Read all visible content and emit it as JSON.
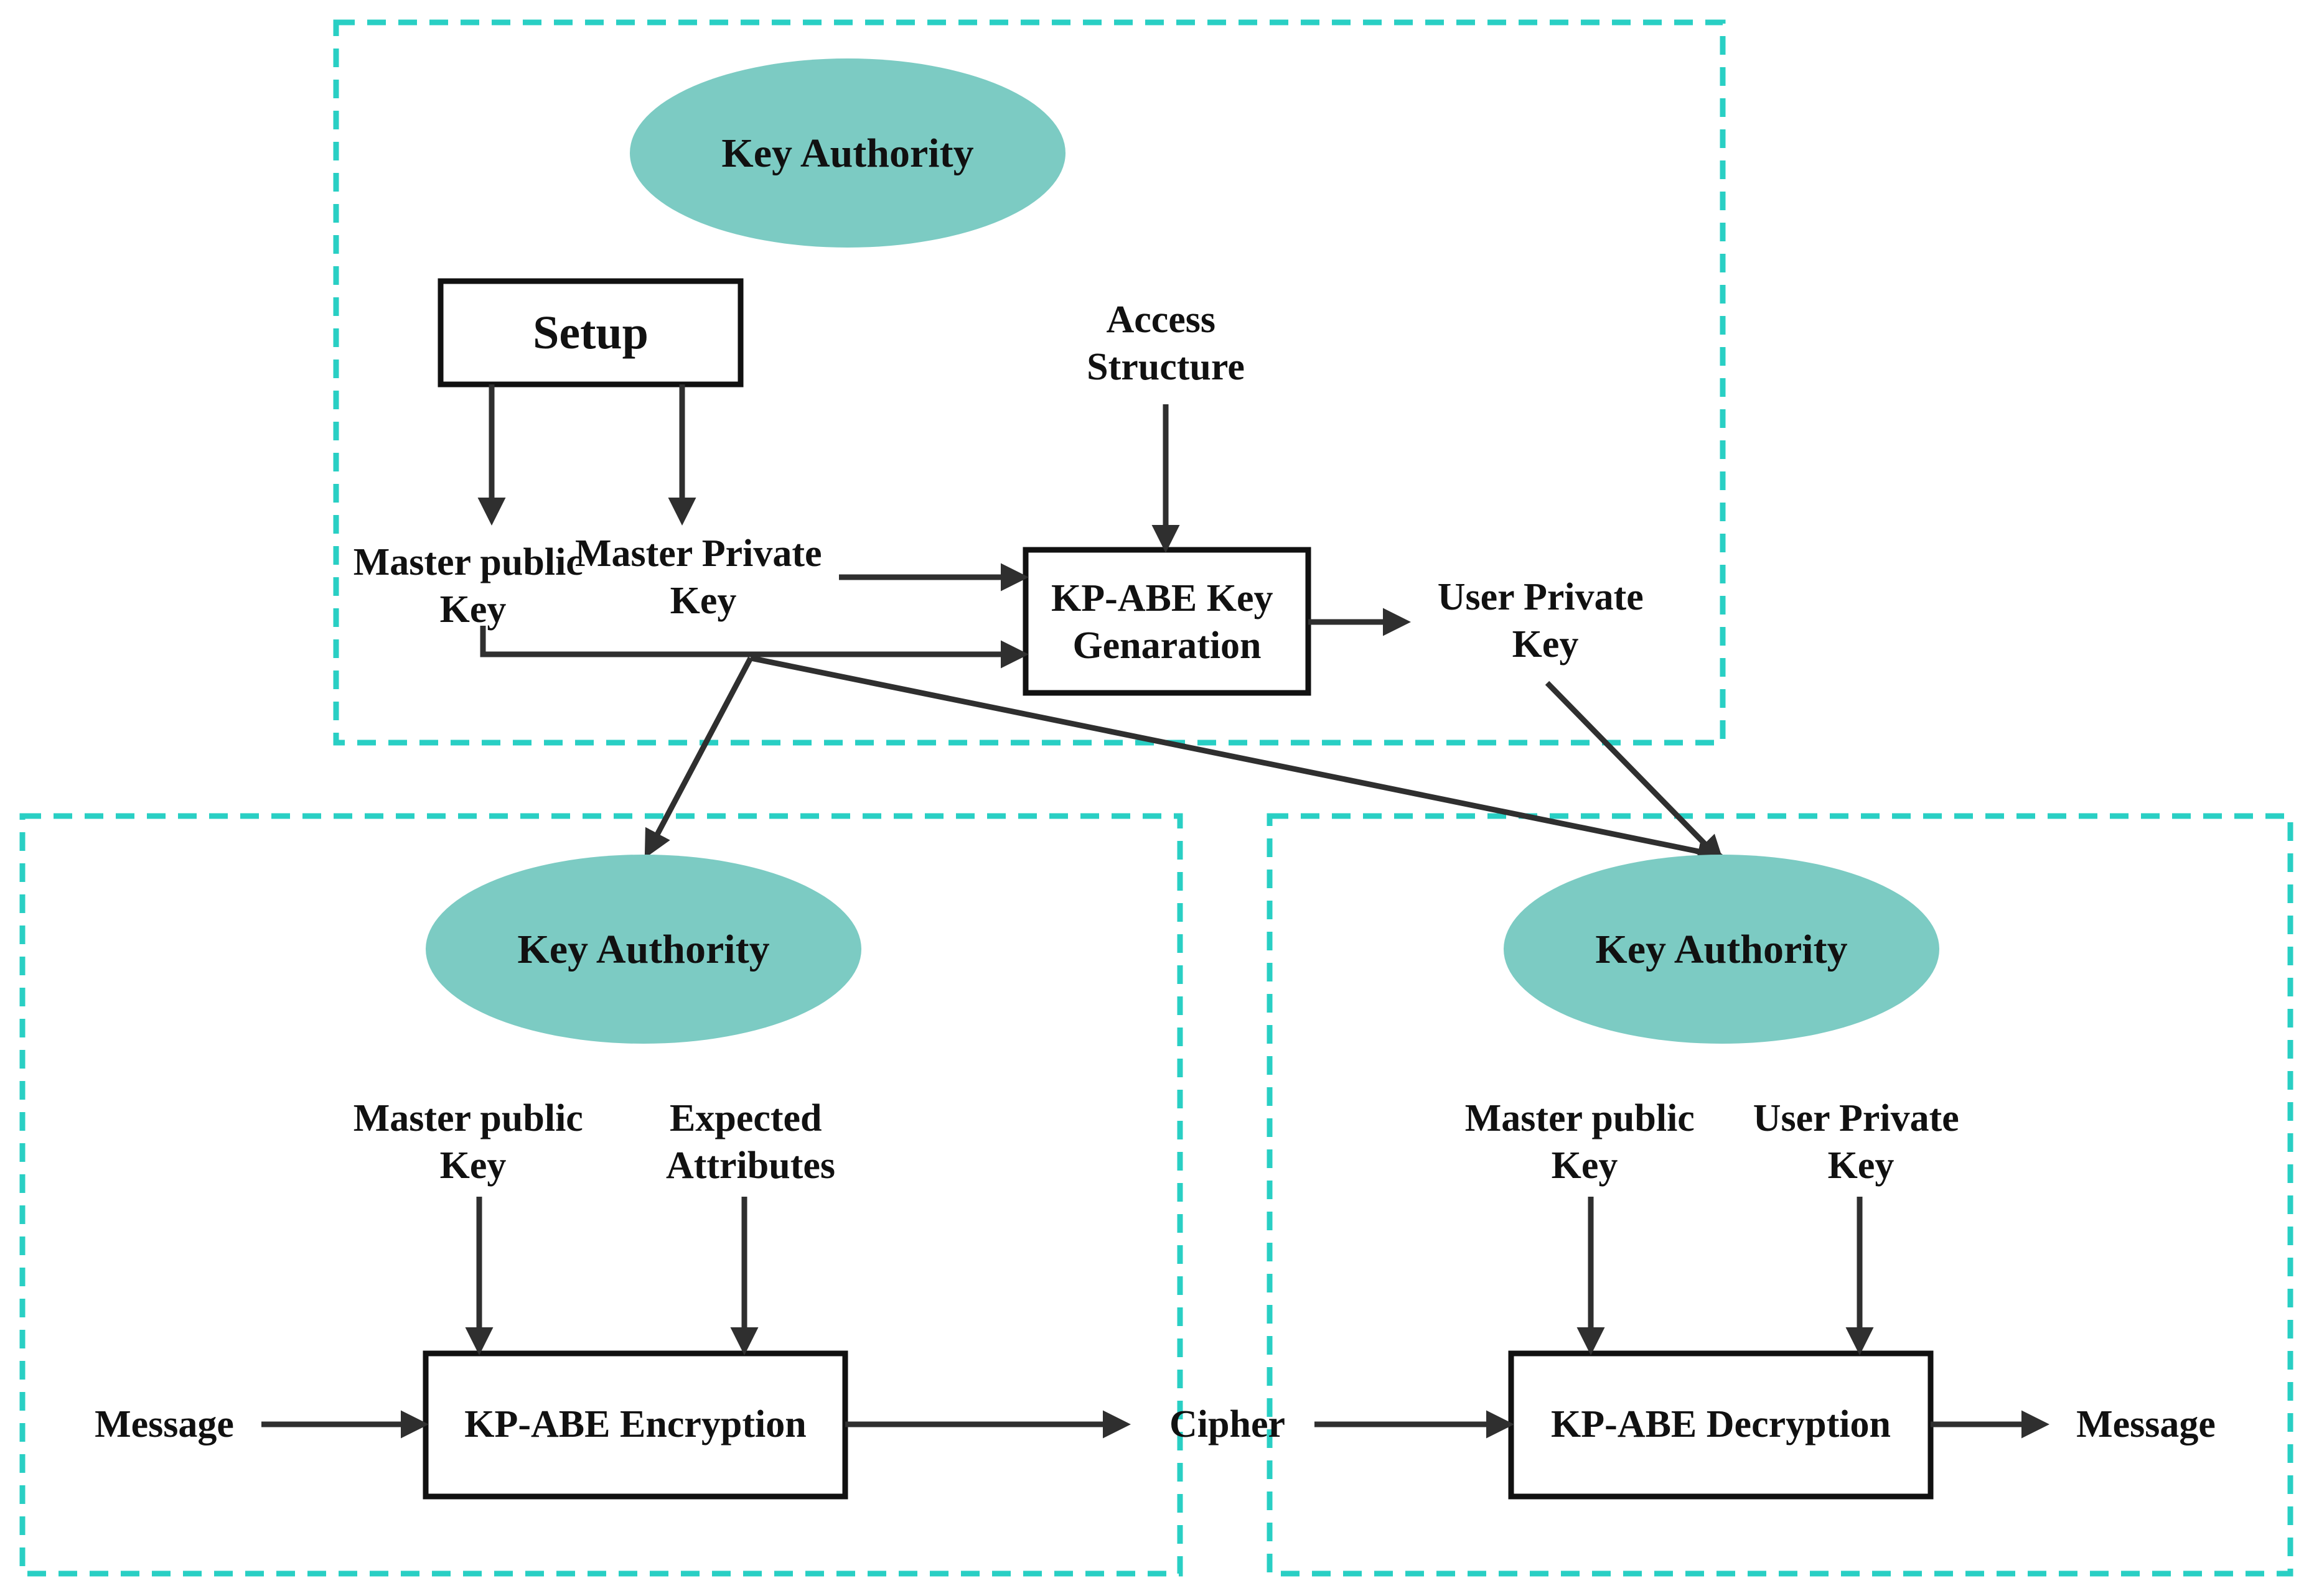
{
  "colors": {
    "region_border": "#29cfc4",
    "ellipse_fill": "#7ccbc3",
    "box_border": "#111111",
    "arrow": "#2f2f2f",
    "text": "#111111"
  },
  "top": {
    "authority": "Key Authority",
    "setup": "Setup",
    "master_public_key": [
      "Master public",
      "Key"
    ],
    "master_private_key": [
      "Master Private",
      "Key"
    ],
    "access_structure": [
      "Access",
      "Structure"
    ],
    "keygen": [
      "KP-ABE Key",
      "Genaration"
    ],
    "user_private_key": [
      "User Private",
      "Key"
    ]
  },
  "encryption": {
    "authority": "Key Authority",
    "master_public_key": [
      "Master public",
      "Key"
    ],
    "expected_attributes": [
      "Expected",
      "Attributes"
    ],
    "message": "Message",
    "box": "KP-ABE Encryption"
  },
  "cipher": "Cipher",
  "decryption": {
    "authority": "Key Authority",
    "master_public_key": [
      "Master public",
      "Key"
    ],
    "user_private_key": [
      "User Private",
      "Key"
    ],
    "box": "KP-ABE Decryption",
    "message": "Message"
  }
}
